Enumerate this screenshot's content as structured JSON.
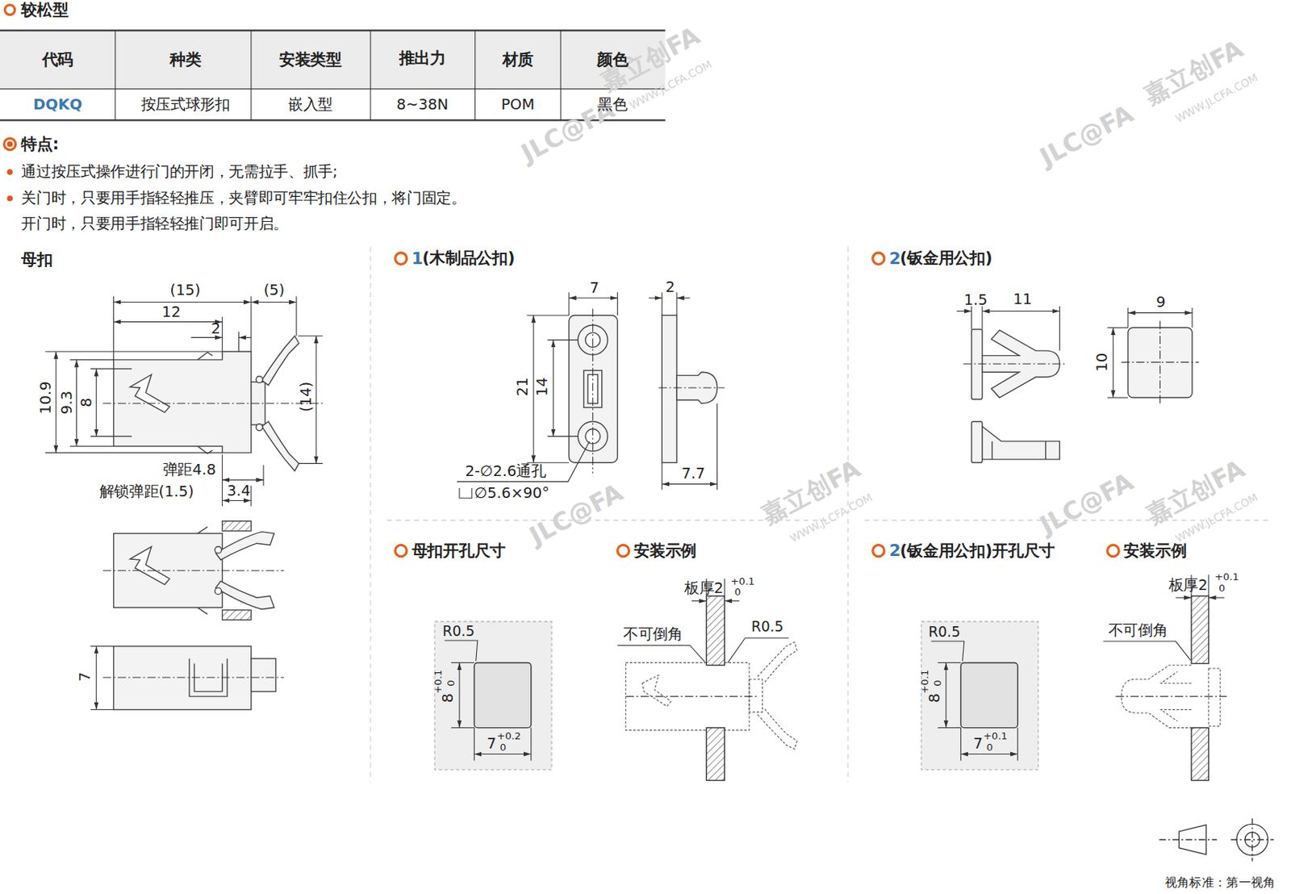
{
  "diagram": {
    "title": "较松型",
    "labels": [
      "代码",
      "种类",
      "安装类型",
      "推出力",
      "材质",
      "颜色",
      "DQKQ",
      "按压式球形扣",
      "嵌入型",
      "8~38N",
      "POM",
      "黑色",
      "特点:",
      "通过按压式操作进行门的开闭，无需拉手、抓手;",
      "关门时，只要用手指轻轻推压，夹臂即可牢牢扣住公扣，将门固定。",
      "开门时，只要用手指轻轻推门即可开启。",
      "母扣",
      "1",
      "(木制品公扣)",
      "2",
      "(钣金用公扣)",
      "(15)",
      "(5)",
      "12",
      "2",
      "10.9",
      "9.3",
      "8",
      "(14)",
      "弹距4.8",
      "解锁弹距(1.5)",
      "3.4",
      "7",
      "7",
      "2",
      "21",
      "14",
      "2-∅2.6通孔",
      "∅5.6×90°",
      "7.7",
      "1.5",
      "11",
      "9",
      "10",
      "母扣开孔尺寸",
      "安装示例",
      "2",
      "(钣金用公扣)开孔尺寸",
      "安装示例",
      "R0.5",
      "8",
      "+0.1",
      "0",
      "7",
      "+0.2",
      "0",
      "板厚2",
      "+0.1",
      "0",
      "不可倒角",
      "R0.5",
      "R0.5",
      "8",
      "+0.1",
      "0",
      "7",
      "+0.1",
      "0",
      "板厚2",
      "+0.1",
      "0",
      "不可倒角",
      "视角标准：第一视角",
      "嘉立创FA",
      "WWW.JLCFA.COM",
      "JLC@FA",
      "嘉立创FA",
      "WWW.JLCFA.COM",
      "JLC@FA",
      "嘉立创FA",
      "WWW.JLCFA.COM",
      "JLC@FA",
      "嘉立创FA",
      "WWW.JLCFA.COM",
      "JLC@FA"
    ]
  }
}
